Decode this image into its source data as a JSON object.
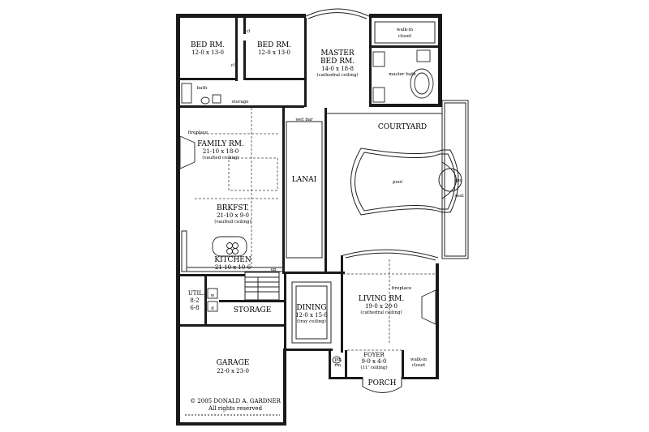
{
  "rooms": {
    "bed1": {
      "name": "BED RM.",
      "dims": "12-0 x 13-0"
    },
    "bed2": {
      "name": "BED RM.",
      "dims": "12-0 x 13-0"
    },
    "master": {
      "name1": "MASTER",
      "name2": "BED RM.",
      "dims": "14-0 x 18-8",
      "note": "(cathedral ceiling)"
    },
    "family": {
      "name": "FAMILY RM.",
      "dims": "21-10 x 18-0",
      "note": "(vaulted ceiling)"
    },
    "brkfst": {
      "name": "BRKFST.",
      "dims": "21-10 x 9-0",
      "note": "(vaulted ceiling)"
    },
    "kitchen": {
      "name": "KITCHEN",
      "dims": "21-10 x 10-6"
    },
    "util": {
      "name": "UTIL.",
      "dims1": "8-2",
      "dims2": "6-8"
    },
    "storage": {
      "name": "STORAGE"
    },
    "garage": {
      "name": "GARAGE",
      "dims": "22-0 x 23-0"
    },
    "lanai": {
      "name": "LANAI"
    },
    "courtyard": {
      "name": "COURTYARD"
    },
    "dining": {
      "name": "DINING",
      "dims": "12-0 x 15-8",
      "note": "(tray ceiling)"
    },
    "living": {
      "name": "LIVING RM.",
      "dims": "19-0 x 20-0",
      "note": "(cathedral ceiling)"
    },
    "foyer": {
      "name": "FOYER",
      "dims": "9-0 x 4-0",
      "note": "(11' ceiling)"
    },
    "porch": {
      "name": "PORCH"
    }
  },
  "small_labels": {
    "cl1": "cl",
    "cl2": "cl",
    "walkin_closet1": "walk-in",
    "walkin_closet2": "closet",
    "master_bath": "master bath",
    "bath": "bath",
    "storage_small": "storage",
    "wet_bar": "wet bar",
    "fireplace_family": "fireplace",
    "fireplace_living": "fireplace",
    "pool": "pool",
    "spa": "spa",
    "seat": "seat",
    "up": "up",
    "w": "w",
    "d": "d",
    "pd1": "pd.",
    "pd2": "rm.",
    "walkin_foyer1": "walk-in",
    "walkin_foyer2": "closet"
  },
  "copyright": {
    "line1": "© 2005 DONALD A. GARDNER",
    "line2": "All rights reserved"
  }
}
